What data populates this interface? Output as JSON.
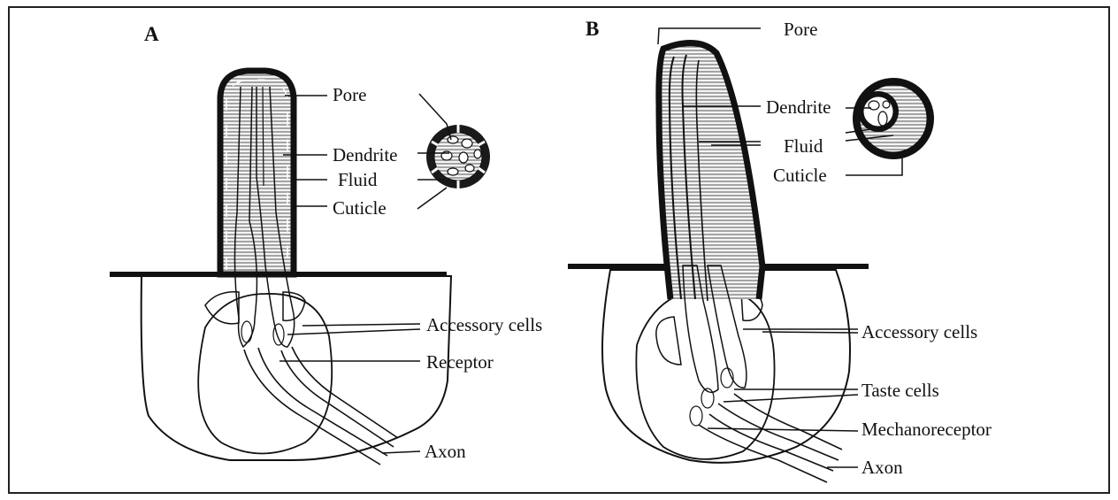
{
  "panels": [
    {
      "letter": "A",
      "labels": {
        "pore": "Pore",
        "dendrite": "Dendrite",
        "fluid": "Fluid",
        "cuticle": "Cuticle",
        "accessory": "Accessory cells",
        "receptor": "Receptor",
        "axon": "Axon"
      }
    },
    {
      "letter": "B",
      "labels": {
        "pore": "Pore",
        "dendrite": "Dendrite",
        "fluid": "Fluid",
        "cuticle": "Cuticle",
        "accessory": "Accessory cells",
        "taste": "Taste cells",
        "mechano": "Mechanoreceptor",
        "axon": "Axon"
      }
    }
  ],
  "colors": {
    "ink": "#111111",
    "accessory_fill": "#d9d9d9",
    "hatch": "#555555"
  }
}
